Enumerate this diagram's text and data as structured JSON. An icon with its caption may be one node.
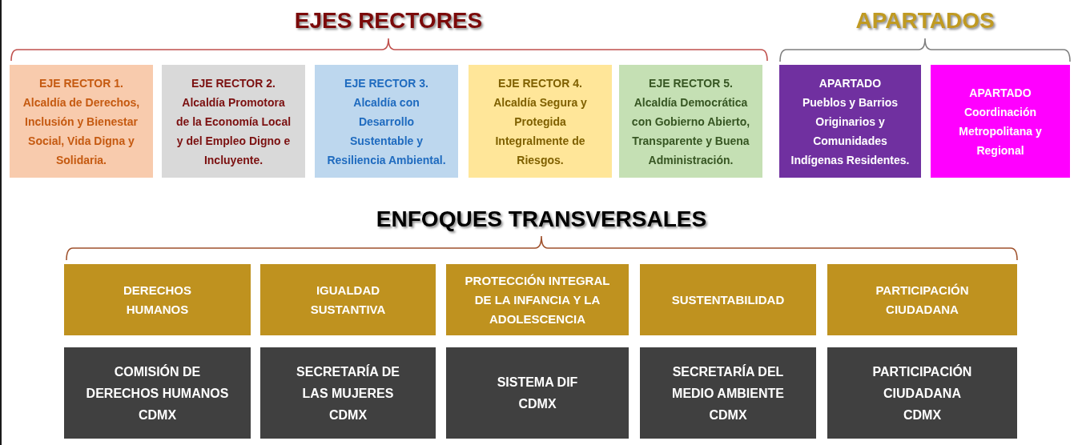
{
  "diagram": {
    "nodes": [
      {
        "text": [
          "EJE RECTOR 1.",
          "Alcaldía de Derechos, Inclusión y Bienestar Social, Vida Digna y Solidaria."
        ]
      },
      {
        "text": [
          "EJE RECTOR 2.",
          "Alcaldía Promotora de la Economía Local y del Empleo Digno e Incluyente."
        ]
      },
      {
        "text": [
          "EJE RECTOR 3.",
          "Alcaldía con Desarrollo Sustentable y Resiliencia Ambiental."
        ]
      },
      {
        "text": [
          "EJE RECTOR 4.",
          "Alcaldía Segura y Protegida Integralmente de Riesgos."
        ]
      },
      {
        "text": [
          "EJE RECTOR 5.",
          "Alcaldía Democrática con Gobierno Abierto, Transparente y Buena Administración."
        ]
      },
      {
        "text": [
          "APARTADO",
          "Pueblos y Barrios Originarios y Comunidades Indígenas Residentes."
        ]
      },
      {
        "text": [
          "APARTADO",
          "Coordinación Metropolitana y Regional"
        ]
      },
      {
        "text": [
          "DERECHOS HUMANOS"
        ]
      },
      {
        "text": [
          "IGUALDAD SUSTANTIVA"
        ]
      },
      {
        "text": [
          "PROTECCIÓN INTEGRAL DE LA INFANCIA Y LA ADOLESCENCIA"
        ]
      },
      {
        "text": [
          "SUSTENTABILIDAD"
        ]
      },
      {
        "text": [
          "PARTICIPACIÓN CIUDADANA"
        ]
      },
      {
        "text": [
          "COMISIÓN DE DERECHOS HUMANOS CDMX"
        ]
      },
      {
        "text": [
          "SECRETARÍA DE LAS MUJERES CDMX"
        ]
      },
      {
        "text": [
          "SISTEMA DIF CDMX"
        ]
      },
      {
        "text": [
          "SECRETARÍA DEL MEDIO AMBIENTE CDMX"
        ]
      },
      {
        "text": [
          "PARTICIPACIÓN CIUDADANA CDMX"
        ]
      }
    ],
    "labels": [
      "EJES RECTORES",
      "APARTADOS",
      "ENFOQUES TRANSVERSALES"
    ]
  }
}
